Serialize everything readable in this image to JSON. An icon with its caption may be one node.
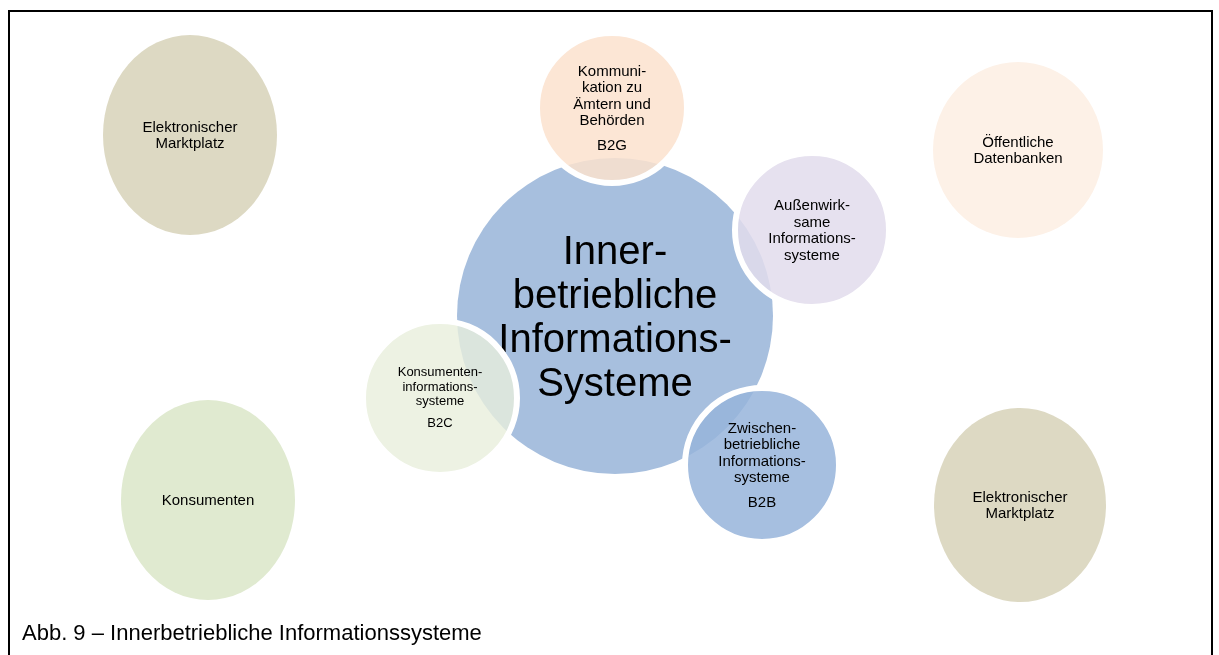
{
  "diagram": {
    "caption": "Abb. 9 – Innerbetriebliche Informationssysteme",
    "nodes": [
      {
        "text": [
          "Elektronischer Marktplatz"
        ]
      },
      {
        "text": [
          "Kommuni- kation zu Ämtern und Behörden",
          "B2G"
        ]
      },
      {
        "text": [
          "Öffentliche Datenbanken"
        ]
      },
      {
        "text": [
          "Inner- betriebliche Informations- Systeme"
        ]
      },
      {
        "text": [
          "Außenwirk- same Informations- systeme"
        ]
      },
      {
        "text": [
          "Konsumenten- informations- systeme",
          "B2C"
        ]
      },
      {
        "text": [
          "Zwischen- betriebliche Informations- systeme",
          "B2B"
        ]
      },
      {
        "text": [
          "Konsumenten"
        ]
      },
      {
        "text": [
          "Elektronischer Marktplatz"
        ]
      }
    ]
  }
}
